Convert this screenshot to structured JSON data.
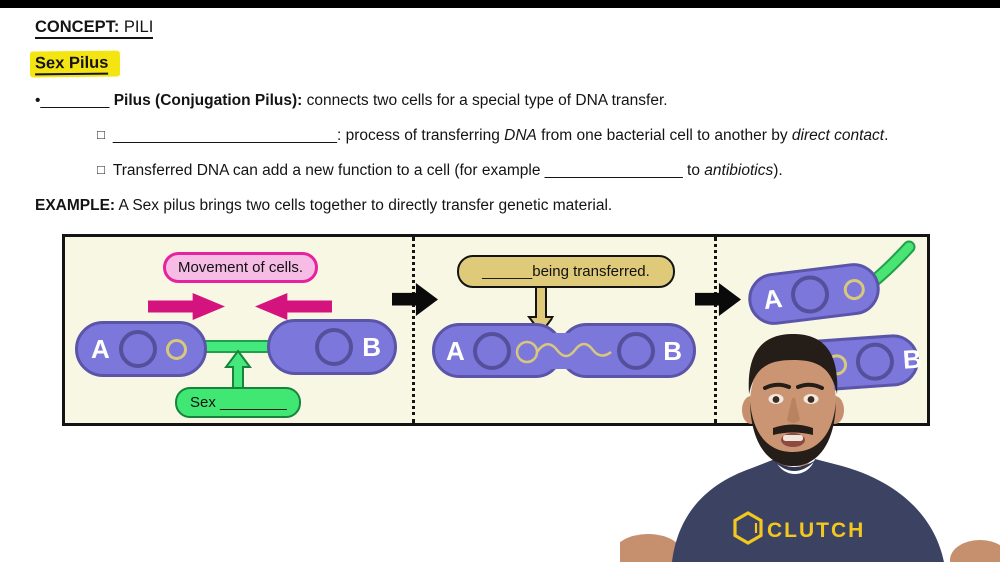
{
  "header": {
    "concept_label": "CONCEPT:",
    "concept_value": " PILI",
    "subtitle": "Sex Pilus"
  },
  "content": {
    "bullet_marker": "•",
    "sub_marker": "□",
    "main": {
      "blank": "________",
      "bold": " Pilus (Conjugation Pilus): ",
      "rest": "connects two cells for a special type of DNA transfer."
    },
    "sub1": {
      "blank": "__________________________",
      "pre": ": process of transferring ",
      "italic1": "DNA",
      "mid": " from one bacterial cell to another by ",
      "italic2": "direct contact",
      "end": "."
    },
    "sub2": {
      "pre": "Transferred DNA can add a new function to a cell (for example ",
      "blank": "________________",
      "mid": " to ",
      "italic": "antibiotics",
      "end": ")."
    },
    "example": {
      "label": "EXAMPLE:",
      "text": " A Sex pilus brings two cells together to directly transfer genetic material."
    }
  },
  "diagram": {
    "panel1": {
      "movement_label": "Movement of cells.",
      "cell_a_label": "A",
      "cell_b_label": "B",
      "pilus_label": "Sex ________"
    },
    "panel2": {
      "transfer_label_blank": "______",
      "transfer_label_rest": " being transferred.",
      "cell_a_label": "A",
      "cell_b_label": "B"
    },
    "panel3": {
      "cell_a_label": "A",
      "cell_b_label": "B"
    }
  },
  "person": {
    "shirt_brand": "CLUTCH"
  },
  "colors": {
    "highlight_yellow": "#f3e412",
    "diagram_bg": "#f8f7e4",
    "cell_purple": "#7c77db",
    "cell_border": "#5a55a8",
    "plasmid_tan": "#d8c87c",
    "pink_bubble_fill": "#f7bce6",
    "pink_bubble_border": "#e8219c",
    "magenta_arrow": "#d4137e",
    "green_fill": "#40e773",
    "green_border": "#17833c",
    "tan_bubble_fill": "#dfca79",
    "shirt_navy": "#3b4262",
    "logo_yellow": "#f2c71f"
  }
}
